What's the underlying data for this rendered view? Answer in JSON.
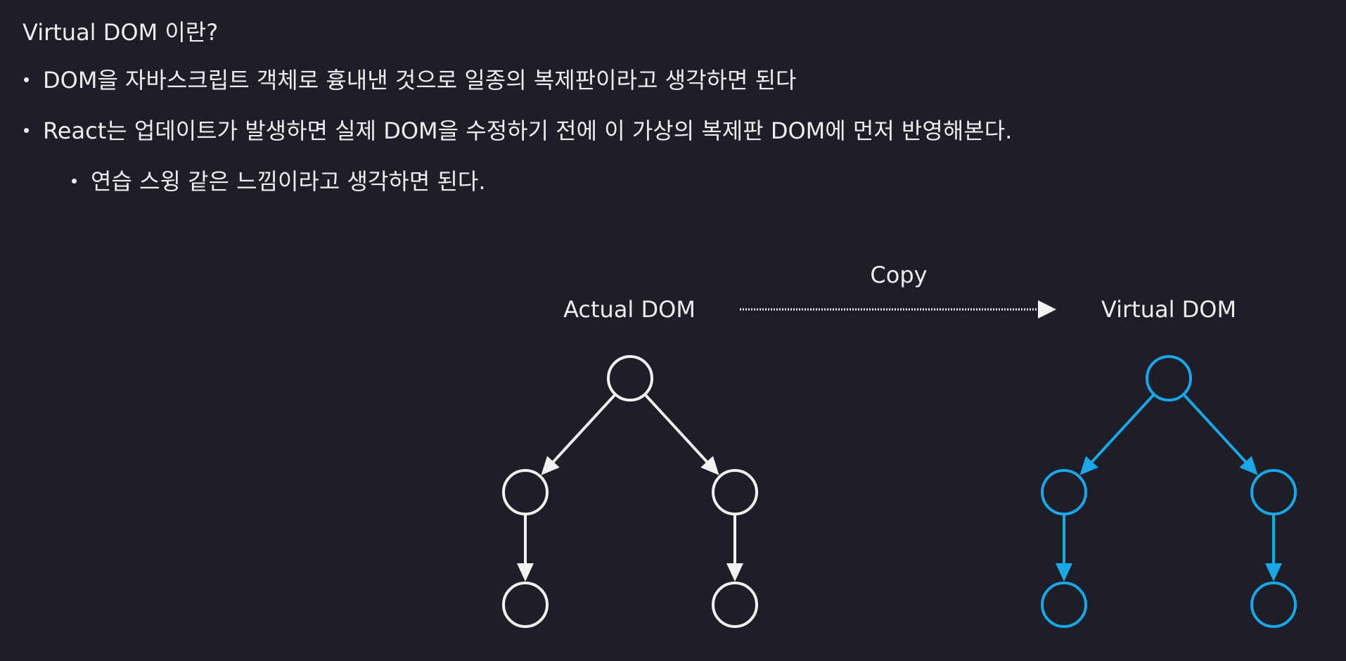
{
  "heading": "Virtual DOM 이란?",
  "bullets": [
    "DOM을 자바스크립트 객체로 흉내낸 것으로 일종의 복제판이라고 생각하면 된다",
    "React는 업데이트가 발생하면 실제 DOM을 수정하기 전에 이 가상의 복제판 DOM에 먼저 반영해본다.",
    "연습 스윙 같은 느낌이라고 생각하면 된다."
  ],
  "diagram": {
    "left_label": "Actual DOM",
    "right_label": "Virtual DOM",
    "arrow_label": "Copy",
    "colors": {
      "background": "#1e1e28",
      "text": "#ededf0",
      "actual_tree": "#f2f2f2",
      "virtual_tree": "#1aa7e8"
    }
  }
}
